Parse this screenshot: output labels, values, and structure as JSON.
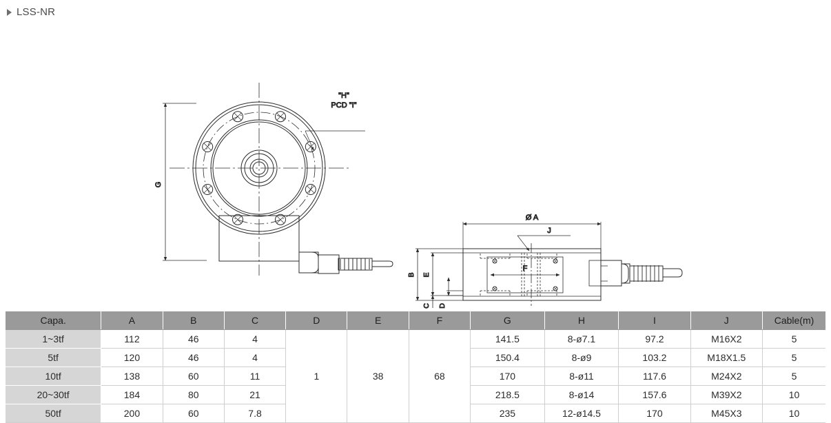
{
  "header": {
    "bullet_icon": "triangle-right-icon",
    "title": "LSS-NR"
  },
  "drawings": {
    "front_view": {
      "name": "front-view",
      "dimension_labels": [
        "G"
      ],
      "callout_line1": "\"H\"",
      "callout_line2": "PCD \"I\"",
      "bolt_count": 8
    },
    "side_view": {
      "name": "side-section-view",
      "dimension_labels": [
        "Ø A",
        "J",
        "B",
        "E",
        "C",
        "D",
        "F"
      ]
    }
  },
  "table": {
    "columns": [
      "Capa.",
      "A",
      "B",
      "C",
      "D",
      "E",
      "F",
      "G",
      "H",
      "I",
      "J",
      "Cable(m)"
    ],
    "rows": [
      {
        "capa": "1~3tf",
        "A": "112",
        "B": "46",
        "C": "4",
        "D": "",
        "E": "",
        "F": "",
        "G": "141.5",
        "H": "8-ø7.1",
        "I": "97.2",
        "J": "M16X2",
        "cable": "5"
      },
      {
        "capa": "5tf",
        "A": "120",
        "B": "46",
        "C": "4",
        "D": "",
        "E": "",
        "F": "",
        "G": "150.4",
        "H": "8-ø9",
        "I": "103.2",
        "J": "M18X1.5",
        "cable": "5"
      },
      {
        "capa": "10tf",
        "A": "138",
        "B": "60",
        "C": "11",
        "D": "1",
        "E": "38",
        "F": "68",
        "G": "170",
        "H": "8-ø11",
        "I": "117.6",
        "J": "M24X2",
        "cable": "5"
      },
      {
        "capa": "20~30tf",
        "A": "184",
        "B": "80",
        "C": "21",
        "D": "",
        "E": "",
        "F": "",
        "G": "218.5",
        "H": "8-ø14",
        "I": "157.6",
        "J": "M39X2",
        "cable": "10"
      },
      {
        "capa": "50tf",
        "A": "200",
        "B": "60",
        "C": "7.8",
        "D": "",
        "E": "",
        "F": "",
        "G": "235",
        "H": "12-ø14.5",
        "I": "170",
        "J": "M45X3",
        "cable": "10"
      }
    ],
    "merged": {
      "D": "1",
      "E": "38",
      "F": "68"
    }
  },
  "colors": {
    "header_bg": "#9a9a9a",
    "capa_bg": "#d6d6d6",
    "cell_bg": "#ffffff",
    "line": "#2b2b2b",
    "title_text": "#4a4a4a"
  }
}
